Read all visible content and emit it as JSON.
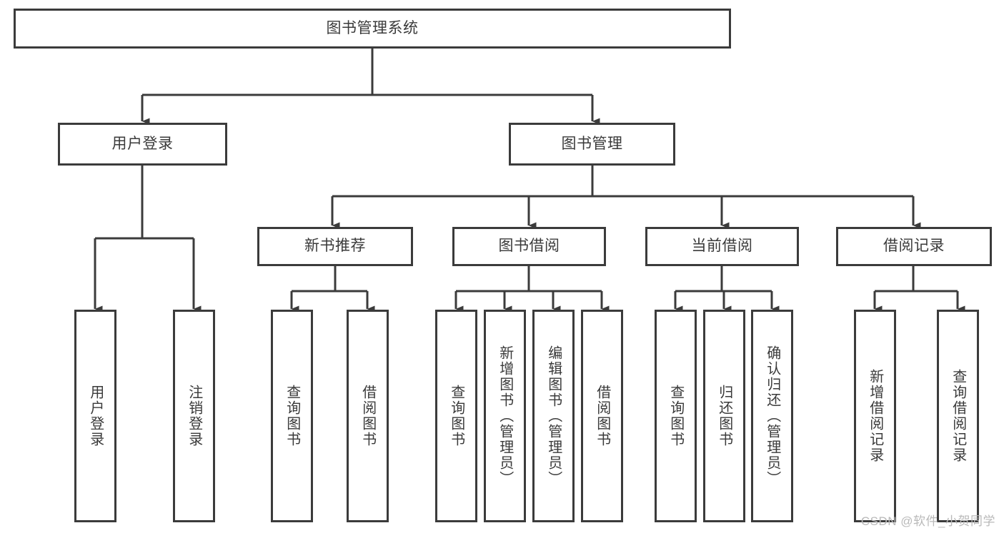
{
  "diagram": {
    "title": "图书管理系统",
    "watermark": "CSDN @软件_小贺同学",
    "stroke_color": "#3b3b3b",
    "text_color": "#3a3a3a",
    "background_color": "#ffffff",
    "root": {
      "label": "图书管理系统"
    },
    "level1": [
      {
        "label": "用户登录"
      },
      {
        "label": "图书管理"
      }
    ],
    "level2": [
      {
        "label": "新书推荐"
      },
      {
        "label": "图书借阅"
      },
      {
        "label": "当前借阅"
      },
      {
        "label": "借阅记录"
      }
    ],
    "leaves": {
      "user_login": [
        {
          "label": "用户登录"
        },
        {
          "label": "注销登录"
        }
      ],
      "new_book_recommend": [
        {
          "label": "查询图书"
        },
        {
          "label": "借阅图书"
        }
      ],
      "book_borrow": [
        {
          "label": "查询图书"
        },
        {
          "label": "新增图书（管理员）"
        },
        {
          "label": "编辑图书（管理员）"
        },
        {
          "label": "借阅图书"
        }
      ],
      "current_borrow": [
        {
          "label": "查询图书"
        },
        {
          "label": "归还图书"
        },
        {
          "label": "确认归还（管理员）"
        }
      ],
      "borrow_record": [
        {
          "label": "新增借阅记录"
        },
        {
          "label": "查询借阅记录"
        }
      ]
    }
  }
}
